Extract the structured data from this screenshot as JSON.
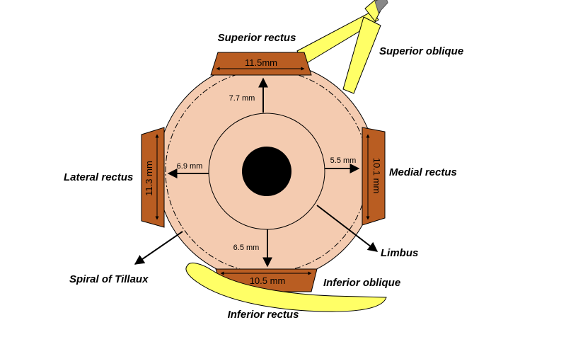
{
  "colors": {
    "sclera": "#f4cbb0",
    "muscle": "#b95d22",
    "oblique": "#ffff66",
    "pupil": "#000000",
    "outline": "#000000"
  },
  "labels": {
    "superior_rectus": "Superior rectus",
    "superior_oblique": "Superior oblique",
    "lateral_rectus": "Lateral rectus",
    "medial_rectus": "Medial rectus",
    "limbus": "Limbus",
    "spiral_of_tillaux": "Spiral of Tillaux",
    "inferior_oblique": "Inferior oblique",
    "inferior_rectus": "Inferior rectus"
  },
  "muscle_widths": {
    "superior": "11.5mm",
    "lateral": "11.3 mm",
    "medial": "10.1 mm",
    "inferior": "10.5 mm"
  },
  "insertion_distances": {
    "superior": "7.7 mm",
    "lateral": "6.9 mm",
    "medial": "5.5 mm",
    "inferior": "6.5 mm"
  }
}
